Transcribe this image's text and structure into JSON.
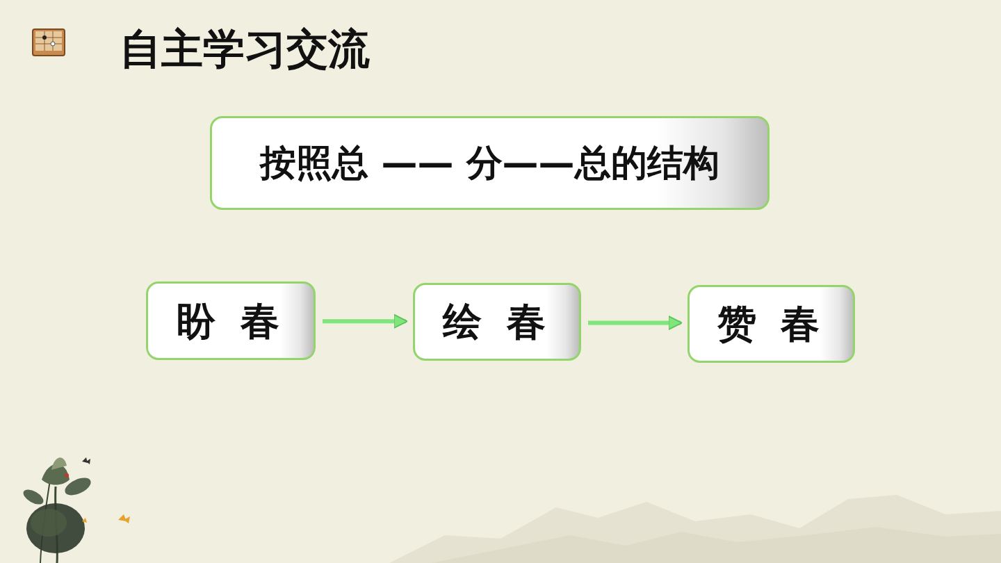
{
  "diagram": {
    "title": "自主学习交流",
    "nodes": [
      {
        "text": [
          "按照总 —— 分——总的结构"
        ]
      },
      {
        "text": [
          "盼 春"
        ]
      },
      {
        "text": [
          "绘 春"
        ]
      },
      {
        "text": [
          "赞 春"
        ]
      }
    ],
    "edges": [
      {
        "from": 1,
        "to": 2,
        "arrow": "to"
      },
      {
        "from": 2,
        "to": 3,
        "arrow": "to"
      }
    ]
  }
}
